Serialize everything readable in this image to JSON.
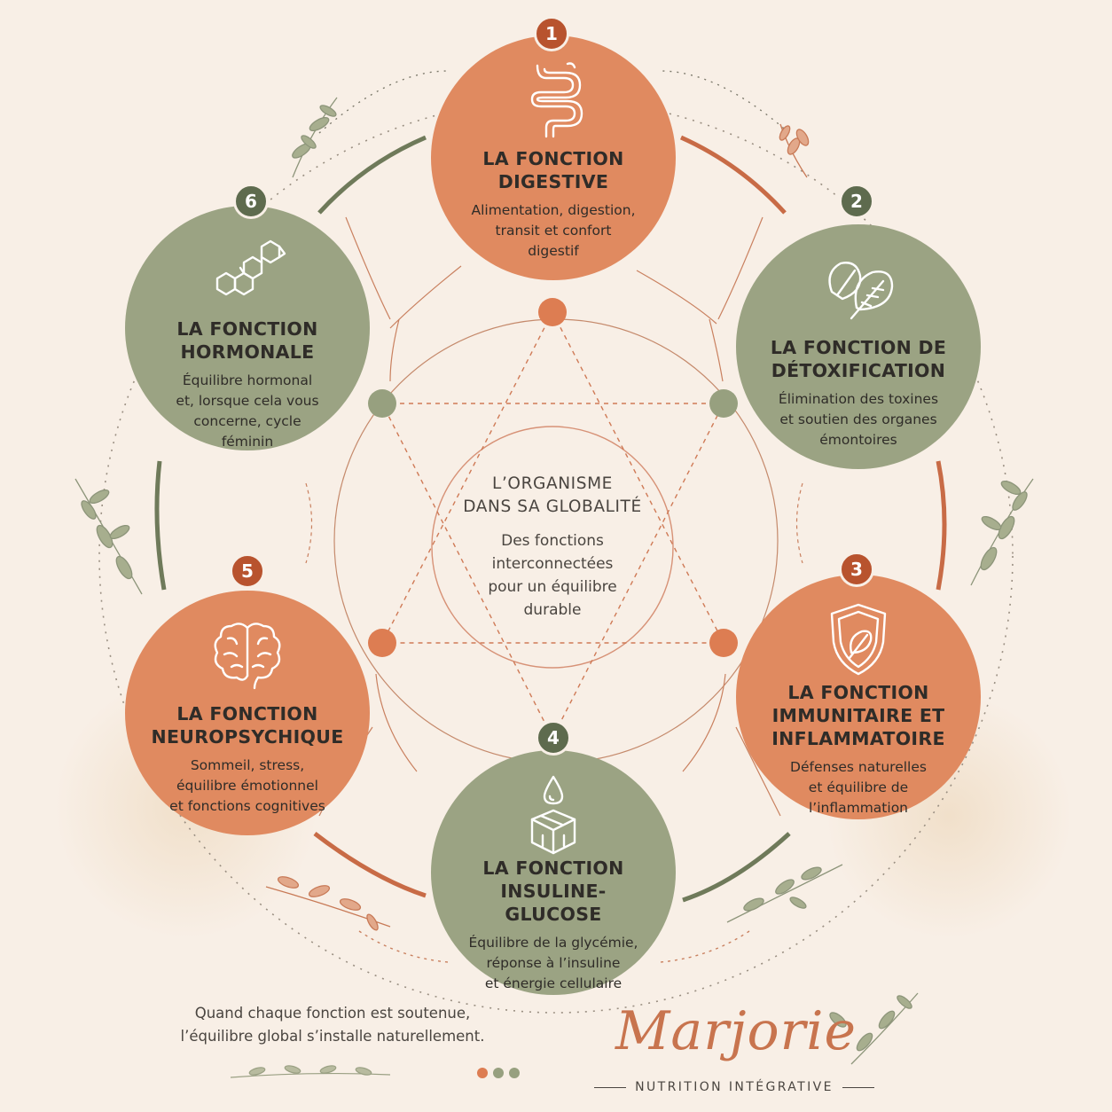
{
  "colors": {
    "terracotta": "#e08a60",
    "sage": "#9ba383",
    "terracotta_dark": "#b8532e",
    "sage_dark": "#5e6b4e",
    "background": "#f8efe6",
    "brand": "#c8744e"
  },
  "center": {
    "title_line1": "L’ORGANISME",
    "title_line2": "DANS SA GLOBALITÉ",
    "subtitle_line1": "Des fonctions",
    "subtitle_line2": "interconnectées",
    "subtitle_line3": "pour un équilibre",
    "subtitle_line4": "durable"
  },
  "functions": [
    {
      "number": "1",
      "icon": "intestine-icon",
      "color": "terracotta",
      "title_line1": "LA FONCTION",
      "title_line2": "DIGESTIVE",
      "title_line3": "",
      "desc_line1": "Alimentation, digestion,",
      "desc_line2": "transit et confort",
      "desc_line3": "digestif",
      "desc_line4": ""
    },
    {
      "number": "2",
      "icon": "leaves-icon",
      "color": "sage",
      "title_line1": "LA FONCTION DE",
      "title_line2": "DÉTOXIFICATION",
      "title_line3": "",
      "desc_line1": "Élimination des toxines",
      "desc_line2": "et soutien des organes",
      "desc_line3": "émontoires",
      "desc_line4": ""
    },
    {
      "number": "3",
      "icon": "shield-leaf-icon",
      "color": "terracotta",
      "title_line1": "LA FONCTION",
      "title_line2": "IMMUNITAIRE ET",
      "title_line3": "INFLAMMATOIRE",
      "desc_line1": "Défenses naturelles",
      "desc_line2": "et équilibre de",
      "desc_line3": "l’inflammation",
      "desc_line4": ""
    },
    {
      "number": "4",
      "icon": "drop-cube-icon",
      "color": "sage",
      "title_line1": "LA FONCTION",
      "title_line2": "INSULINE-GLUCOSE",
      "title_line3": "",
      "desc_line1": "Équilibre de la glycémie,",
      "desc_line2": "réponse à l’insuline",
      "desc_line3": "et énergie cellulaire",
      "desc_line4": ""
    },
    {
      "number": "5",
      "icon": "brain-icon",
      "color": "terracotta",
      "title_line1": "LA FONCTION",
      "title_line2": "NEUROPSYCHIQUE",
      "title_line3": "",
      "desc_line1": "Sommeil, stress,",
      "desc_line2": "équilibre émotionnel",
      "desc_line3": "et fonctions cognitives",
      "desc_line4": ""
    },
    {
      "number": "6",
      "icon": "molecule-icon",
      "color": "sage",
      "title_line1": "LA FONCTION",
      "title_line2": "HORMONALE",
      "title_line3": "",
      "desc_line1": "Équilibre hormonal",
      "desc_line2": "et, lorsque cela vous",
      "desc_line3": "concerne, cycle",
      "desc_line4": "féminin"
    }
  ],
  "footer": {
    "line1": "Quand chaque fonction est soutenue,",
    "line2": "l’équilibre global s’installe naturellement."
  },
  "brand": {
    "name": "Marjorie",
    "tagline": "NUTRITION INTÉGRATIVE"
  }
}
